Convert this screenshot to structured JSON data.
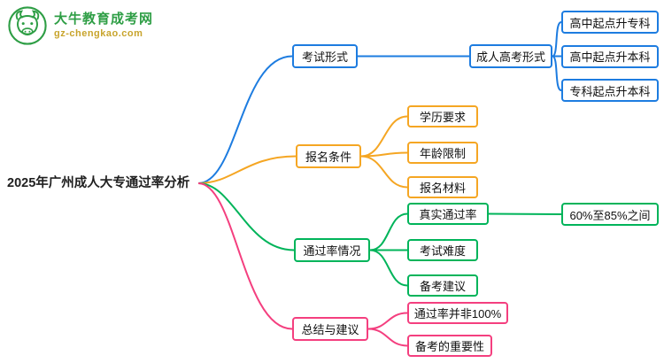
{
  "logo": {
    "title": "大牛教育成考网",
    "subtitle": "gz-chengkao.com",
    "icon": "bull-logo-icon",
    "brand_green": "#2e9e45",
    "brand_gold": "#c8a42c"
  },
  "mindmap": {
    "root": "2025年广州成人大专通过率分析",
    "branches": [
      {
        "label": "考试形式",
        "color": "#1d7ce0",
        "children": [
          {
            "label": "成人高考形式",
            "children": [
              {
                "label": "高中起点升专科"
              },
              {
                "label": "高中起点升本科"
              },
              {
                "label": "专科起点升本科"
              }
            ]
          }
        ]
      },
      {
        "label": "报名条件",
        "color": "#f5a623",
        "children": [
          {
            "label": "学历要求"
          },
          {
            "label": "年龄限制"
          },
          {
            "label": "报名材料"
          }
        ]
      },
      {
        "label": "通过率情况",
        "color": "#00b45a",
        "children": [
          {
            "label": "真实通过率",
            "children": [
              {
                "label": "60%至85%之间"
              }
            ]
          },
          {
            "label": "考试难度"
          },
          {
            "label": "备考建议"
          }
        ]
      },
      {
        "label": "总结与建议",
        "color": "#f43f7f",
        "children": [
          {
            "label": "通过率并非100%"
          },
          {
            "label": "备考的重要性"
          }
        ]
      }
    ]
  }
}
